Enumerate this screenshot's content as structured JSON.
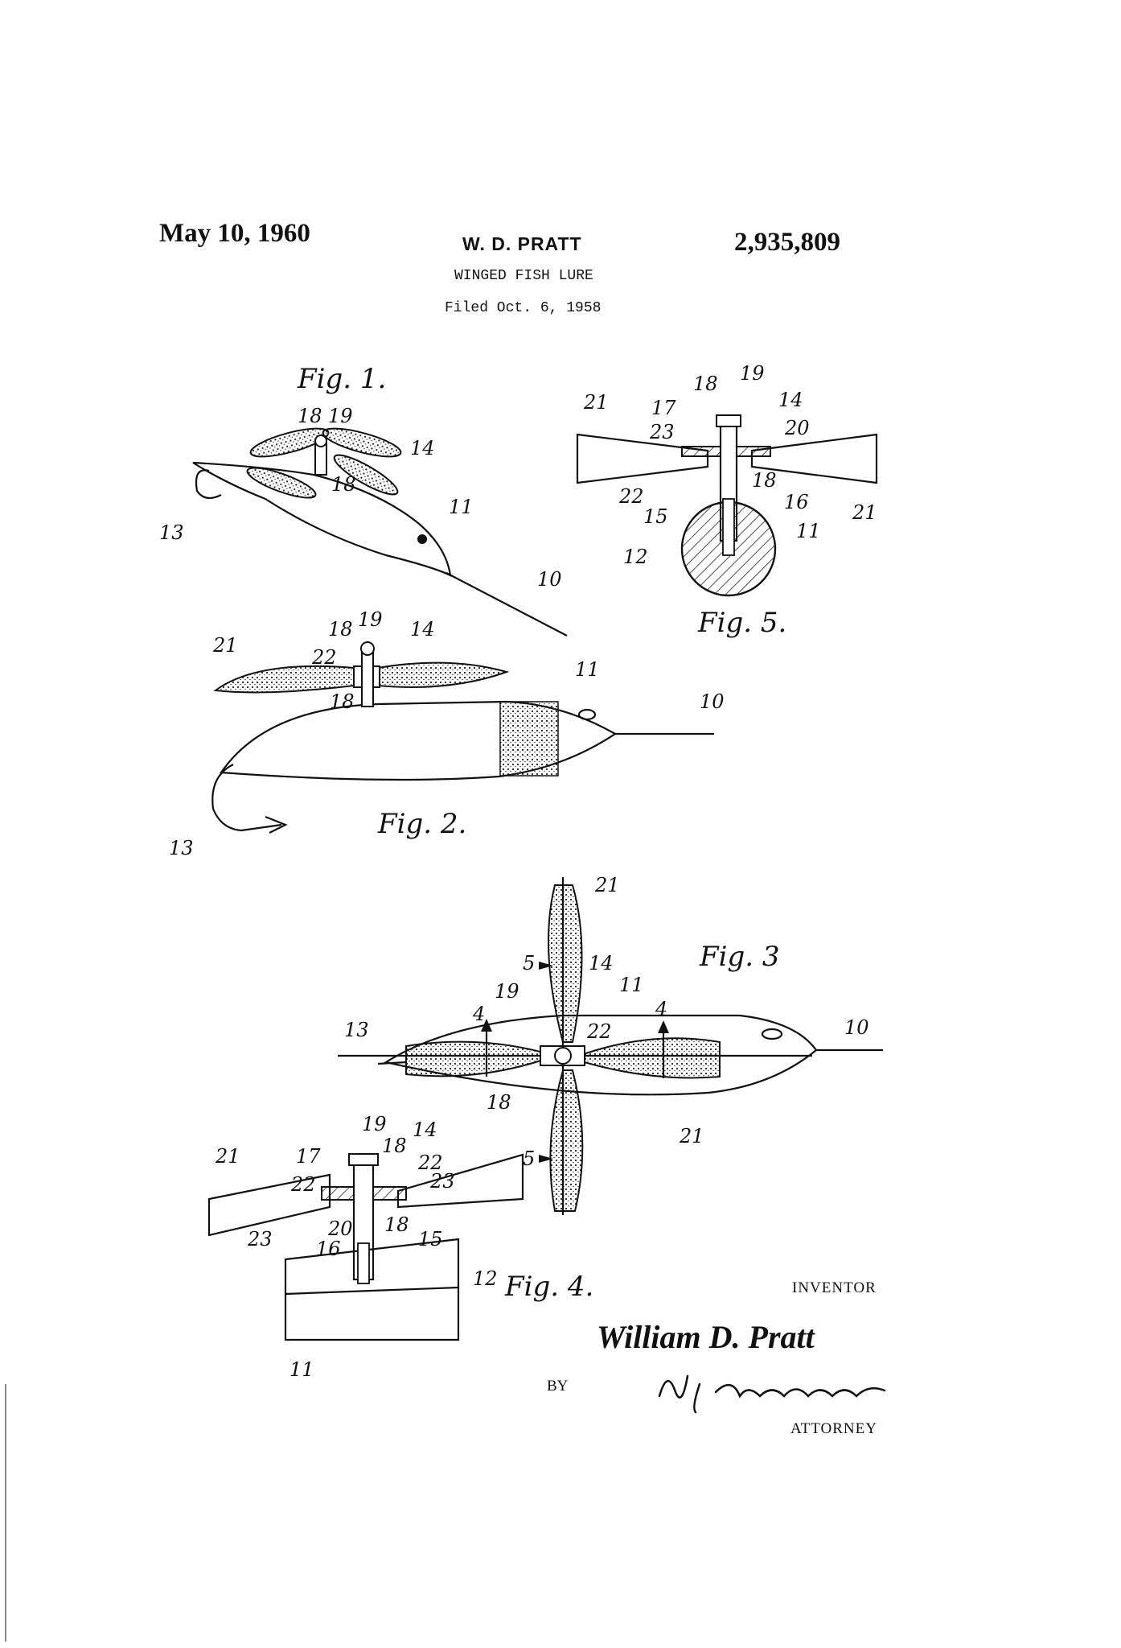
{
  "header": {
    "date": "May 10, 1960",
    "inventor_short": "W. D. PRATT",
    "patent_number": "2,935,809",
    "title": "WINGED FISH LURE",
    "filed": "Filed Oct. 6, 1958"
  },
  "figures": {
    "fig1": "Fig. 1.",
    "fig2": "Fig. 2.",
    "fig3": "Fig. 3",
    "fig4": "Fig. 4.",
    "fig5": "Fig. 5."
  },
  "labels": {
    "n4": "4",
    "n5": "5",
    "n10": "10",
    "n11": "11",
    "n12": "12",
    "n13": "13",
    "n14": "14",
    "n15": "15",
    "n16": "16",
    "n17": "17",
    "n18": "18",
    "n19": "19",
    "n20": "20",
    "n21": "21",
    "n22": "22",
    "n23": "23"
  },
  "footer": {
    "inventor_label": "INVENTOR",
    "inventor_signature": "William D. Pratt",
    "by_label": "BY",
    "attorney_signature": "W. J. Eccleston",
    "attorney_label": "ATTORNEY"
  }
}
